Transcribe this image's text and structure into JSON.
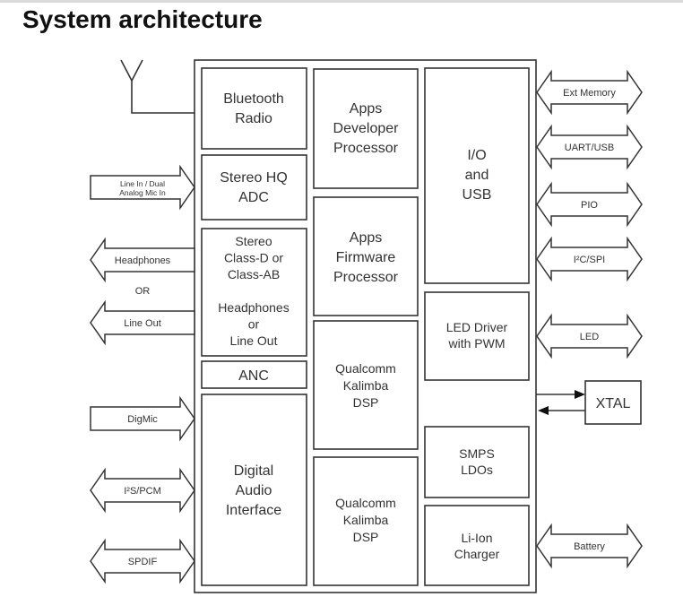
{
  "title": "System architecture",
  "chip_blocks": {
    "bluetooth_radio": [
      "Bluetooth",
      "Radio"
    ],
    "stereo_adc": [
      "Stereo HQ",
      "ADC"
    ],
    "amplifier": [
      "Stereo",
      "Class-D or",
      "Class-AB",
      "",
      "Headphones",
      "or",
      "Line Out"
    ],
    "anc": [
      "ANC"
    ],
    "digital_audio_interface": [
      "Digital",
      "Audio",
      "Interface"
    ],
    "apps_developer_processor": [
      "Apps",
      "Developer",
      "Processor"
    ],
    "apps_firmware_processor": [
      "Apps",
      "Firmware",
      "Processor"
    ],
    "kalimba_dsp_1": [
      "Qualcomm",
      "Kalimba",
      "DSP"
    ],
    "kalimba_dsp_2": [
      "Qualcomm",
      "Kalimba",
      "DSP"
    ],
    "io_usb": [
      "I/O",
      "and",
      "USB"
    ],
    "led_driver": [
      "LED Driver",
      "with PWM"
    ],
    "smps_ldos": [
      "SMPS",
      "LDOs"
    ],
    "li_ion_charger": [
      "Li-Ion",
      "Charger"
    ]
  },
  "left_interfaces": [
    {
      "label": [
        "Line In / Dual",
        "Analog Mic In"
      ],
      "direction": "in"
    },
    {
      "label": [
        "Headphones"
      ],
      "direction": "out"
    },
    {
      "label": [
        "Line Out"
      ],
      "direction": "out"
    },
    {
      "label": [
        "DigMic"
      ],
      "direction": "in"
    },
    {
      "label": [
        "I²S/PCM"
      ],
      "direction": "bidirectional"
    },
    {
      "label": [
        "SPDIF"
      ],
      "direction": "bidirectional"
    }
  ],
  "or_label": "OR",
  "right_interfaces": [
    {
      "label": "Ext Memory",
      "direction": "bidirectional"
    },
    {
      "label": "UART/USB",
      "direction": "bidirectional"
    },
    {
      "label": "PIO",
      "direction": "bidirectional"
    },
    {
      "label": "I²C/SPI",
      "direction": "bidirectional"
    },
    {
      "label": "LED",
      "direction": "bidirectional"
    },
    {
      "label": "Battery",
      "direction": "bidirectional"
    }
  ],
  "xtal": "XTAL",
  "antenna": "antenna-icon"
}
